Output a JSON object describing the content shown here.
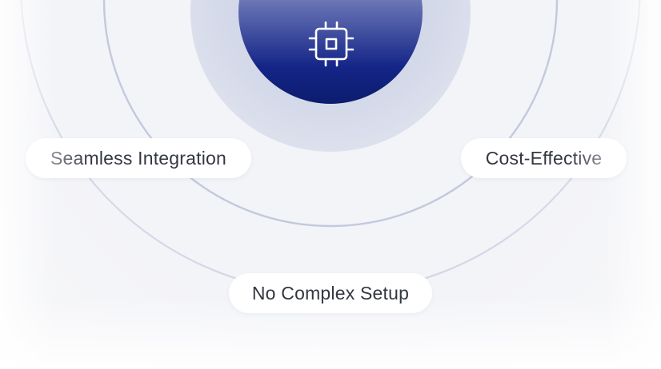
{
  "center": {
    "icon": "cpu-chip-icon",
    "colors": {
      "core_top": "#ffffff",
      "core_bottom": "#0e1f78",
      "glow_inner": "#d6dae8",
      "ring_stroke": "#c3c9dc"
    }
  },
  "features": {
    "seamless_integration": "Seamless Integration",
    "cost_effective": "Cost-Effective",
    "no_complex_setup": "No Complex Setup"
  }
}
